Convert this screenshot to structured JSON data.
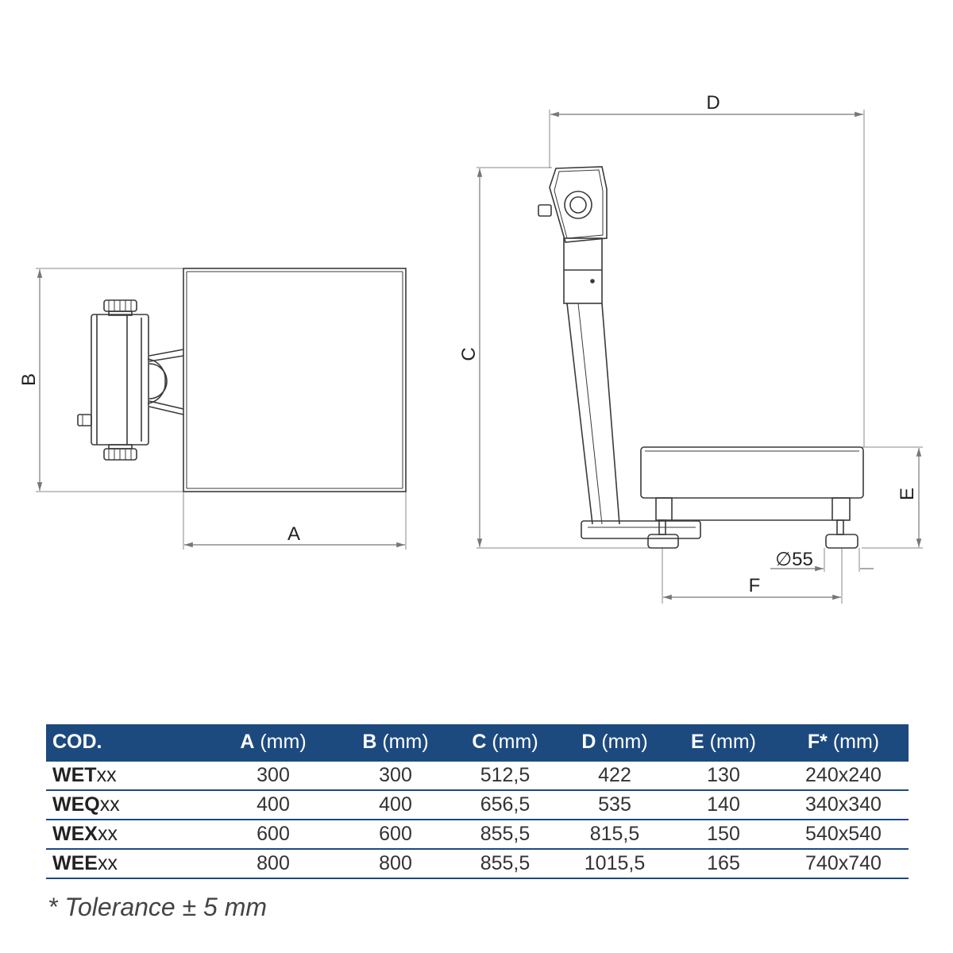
{
  "colors": {
    "header_bg": "#1d4a7e",
    "header_text": "#ffffff",
    "rule": "#1d4a7e",
    "line": "#3a3a3a",
    "dimension_line": "#777777"
  },
  "dimension_labels": {
    "a": "A",
    "b": "B",
    "c": "C",
    "d": "D",
    "e": "E",
    "f": "F",
    "diameter": "∅55"
  },
  "table": {
    "headers": [
      {
        "letter": "COD.",
        "unit": ""
      },
      {
        "letter": "A",
        "unit": " (mm)"
      },
      {
        "letter": "B",
        "unit": " (mm)"
      },
      {
        "letter": "C",
        "unit": " (mm)"
      },
      {
        "letter": "D",
        "unit": " (mm)"
      },
      {
        "letter": "E",
        "unit": " (mm)"
      },
      {
        "letter": "F*",
        "unit": " (mm)"
      }
    ],
    "rows": [
      {
        "prefix": "WE",
        "code": "T",
        "suffix": "xx",
        "a": "300",
        "b": "300",
        "c": "512,5",
        "d": "422",
        "e": "130",
        "f": "240x240"
      },
      {
        "prefix": "WE",
        "code": "Q",
        "suffix": "xx",
        "a": "400",
        "b": "400",
        "c": "656,5",
        "d": "535",
        "e": "140",
        "f": "340x340"
      },
      {
        "prefix": "WE",
        "code": "X",
        "suffix": "xx",
        "a": "600",
        "b": "600",
        "c": "855,5",
        "d": "815,5",
        "e": "150",
        "f": "540x540"
      },
      {
        "prefix": "WE",
        "code": "E",
        "suffix": "xx",
        "a": "800",
        "b": "800",
        "c": "855,5",
        "d": "1015,5",
        "e": "165",
        "f": "740x740"
      }
    ]
  },
  "footnote": "* Tolerance ± 5 mm"
}
